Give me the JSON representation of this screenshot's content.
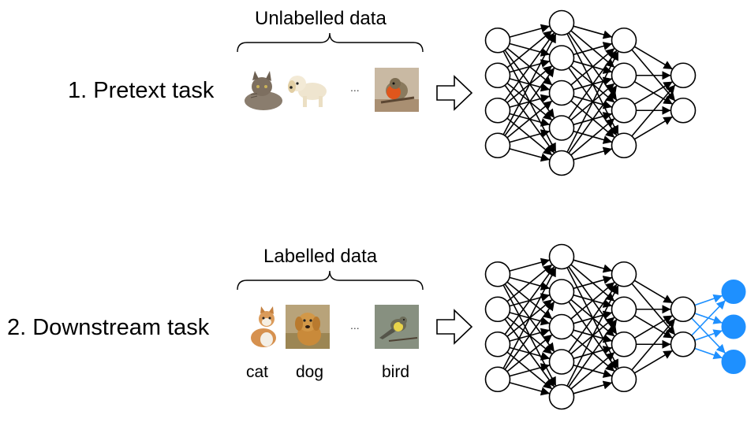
{
  "pretext": {
    "title": "1. Pretext task",
    "header": "Unlabelled data",
    "ellipsis": "...",
    "images": [
      "cat-photo",
      "dog-photo",
      "bird-photo"
    ]
  },
  "downstream": {
    "title": "2. Downstream task",
    "header": "Labelled data",
    "ellipsis": "...",
    "labels": [
      "cat",
      "dog",
      "bird"
    ],
    "images": [
      "cat-photo",
      "dog-photo",
      "bird-photo"
    ]
  },
  "network": {
    "layers": [
      4,
      5,
      4,
      2
    ],
    "head_layer": 3,
    "colors": {
      "node_fill": "#ffffff",
      "edge": "#000000",
      "head": "#1e90ff"
    }
  },
  "arrow_icon": "hollow-right-arrow-icon"
}
